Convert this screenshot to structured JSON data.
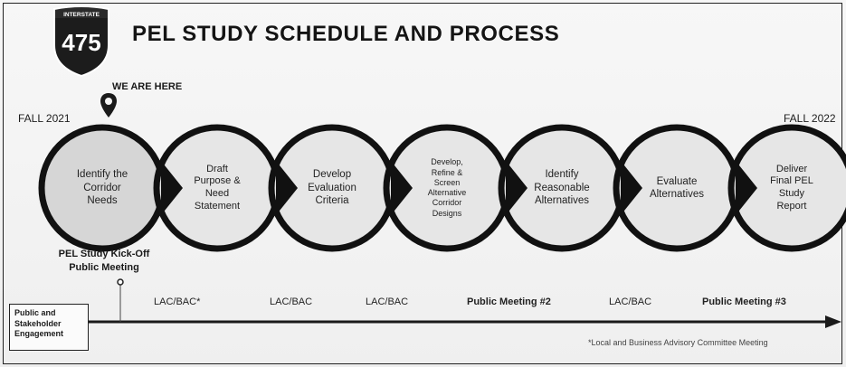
{
  "header": {
    "shield_label": "INTERSTATE",
    "shield_number": "475",
    "title": "PEL STUDY SCHEDULE AND PROCESS"
  },
  "marker": {
    "label": "WE ARE HERE",
    "icon": "location-pin-icon"
  },
  "timeline": {
    "start": "FALL 2021",
    "end": "FALL 2022"
  },
  "steps": [
    {
      "label": "Identify the\nCorridor\nNeeds",
      "highlight": true
    },
    {
      "label": "Draft\nPurpose &\nNeed\nStatement",
      "highlight": false
    },
    {
      "label": "Develop\nEvaluation\nCriteria",
      "highlight": false
    },
    {
      "label": "Develop,\nRefine &\nScreen\nAlternative\nCorridor\nDesigns",
      "highlight": false
    },
    {
      "label": "Identify\nReasonable\nAlternatives",
      "highlight": false
    },
    {
      "label": "Evaluate\nAlternatives",
      "highlight": false
    },
    {
      "label": "Deliver\nFinal PEL\nStudy\nReport",
      "highlight": false
    }
  ],
  "engagement": {
    "box_label": "Public and\nStakeholder\nEngagement",
    "kickoff": "PEL Study Kick-Off\nPublic Meeting",
    "milestones": [
      {
        "label": "LAC/BAC*",
        "bold": false
      },
      {
        "label": "LAC/BAC",
        "bold": false
      },
      {
        "label": "LAC/BAC",
        "bold": false
      },
      {
        "label": "Public Meeting #2",
        "bold": true
      },
      {
        "label": "LAC/BAC",
        "bold": false
      },
      {
        "label": "Public Meeting #3",
        "bold": true
      }
    ],
    "footnote": "*Local and Business Advisory Committee Meeting"
  },
  "colors": {
    "circle_fill": "#e6e6e6",
    "circle_highlight_fill": "#d6d6d6",
    "circle_stroke": "#111111",
    "shield_blue": "#1c1c1c",
    "shield_red": "#2a2a2a"
  }
}
